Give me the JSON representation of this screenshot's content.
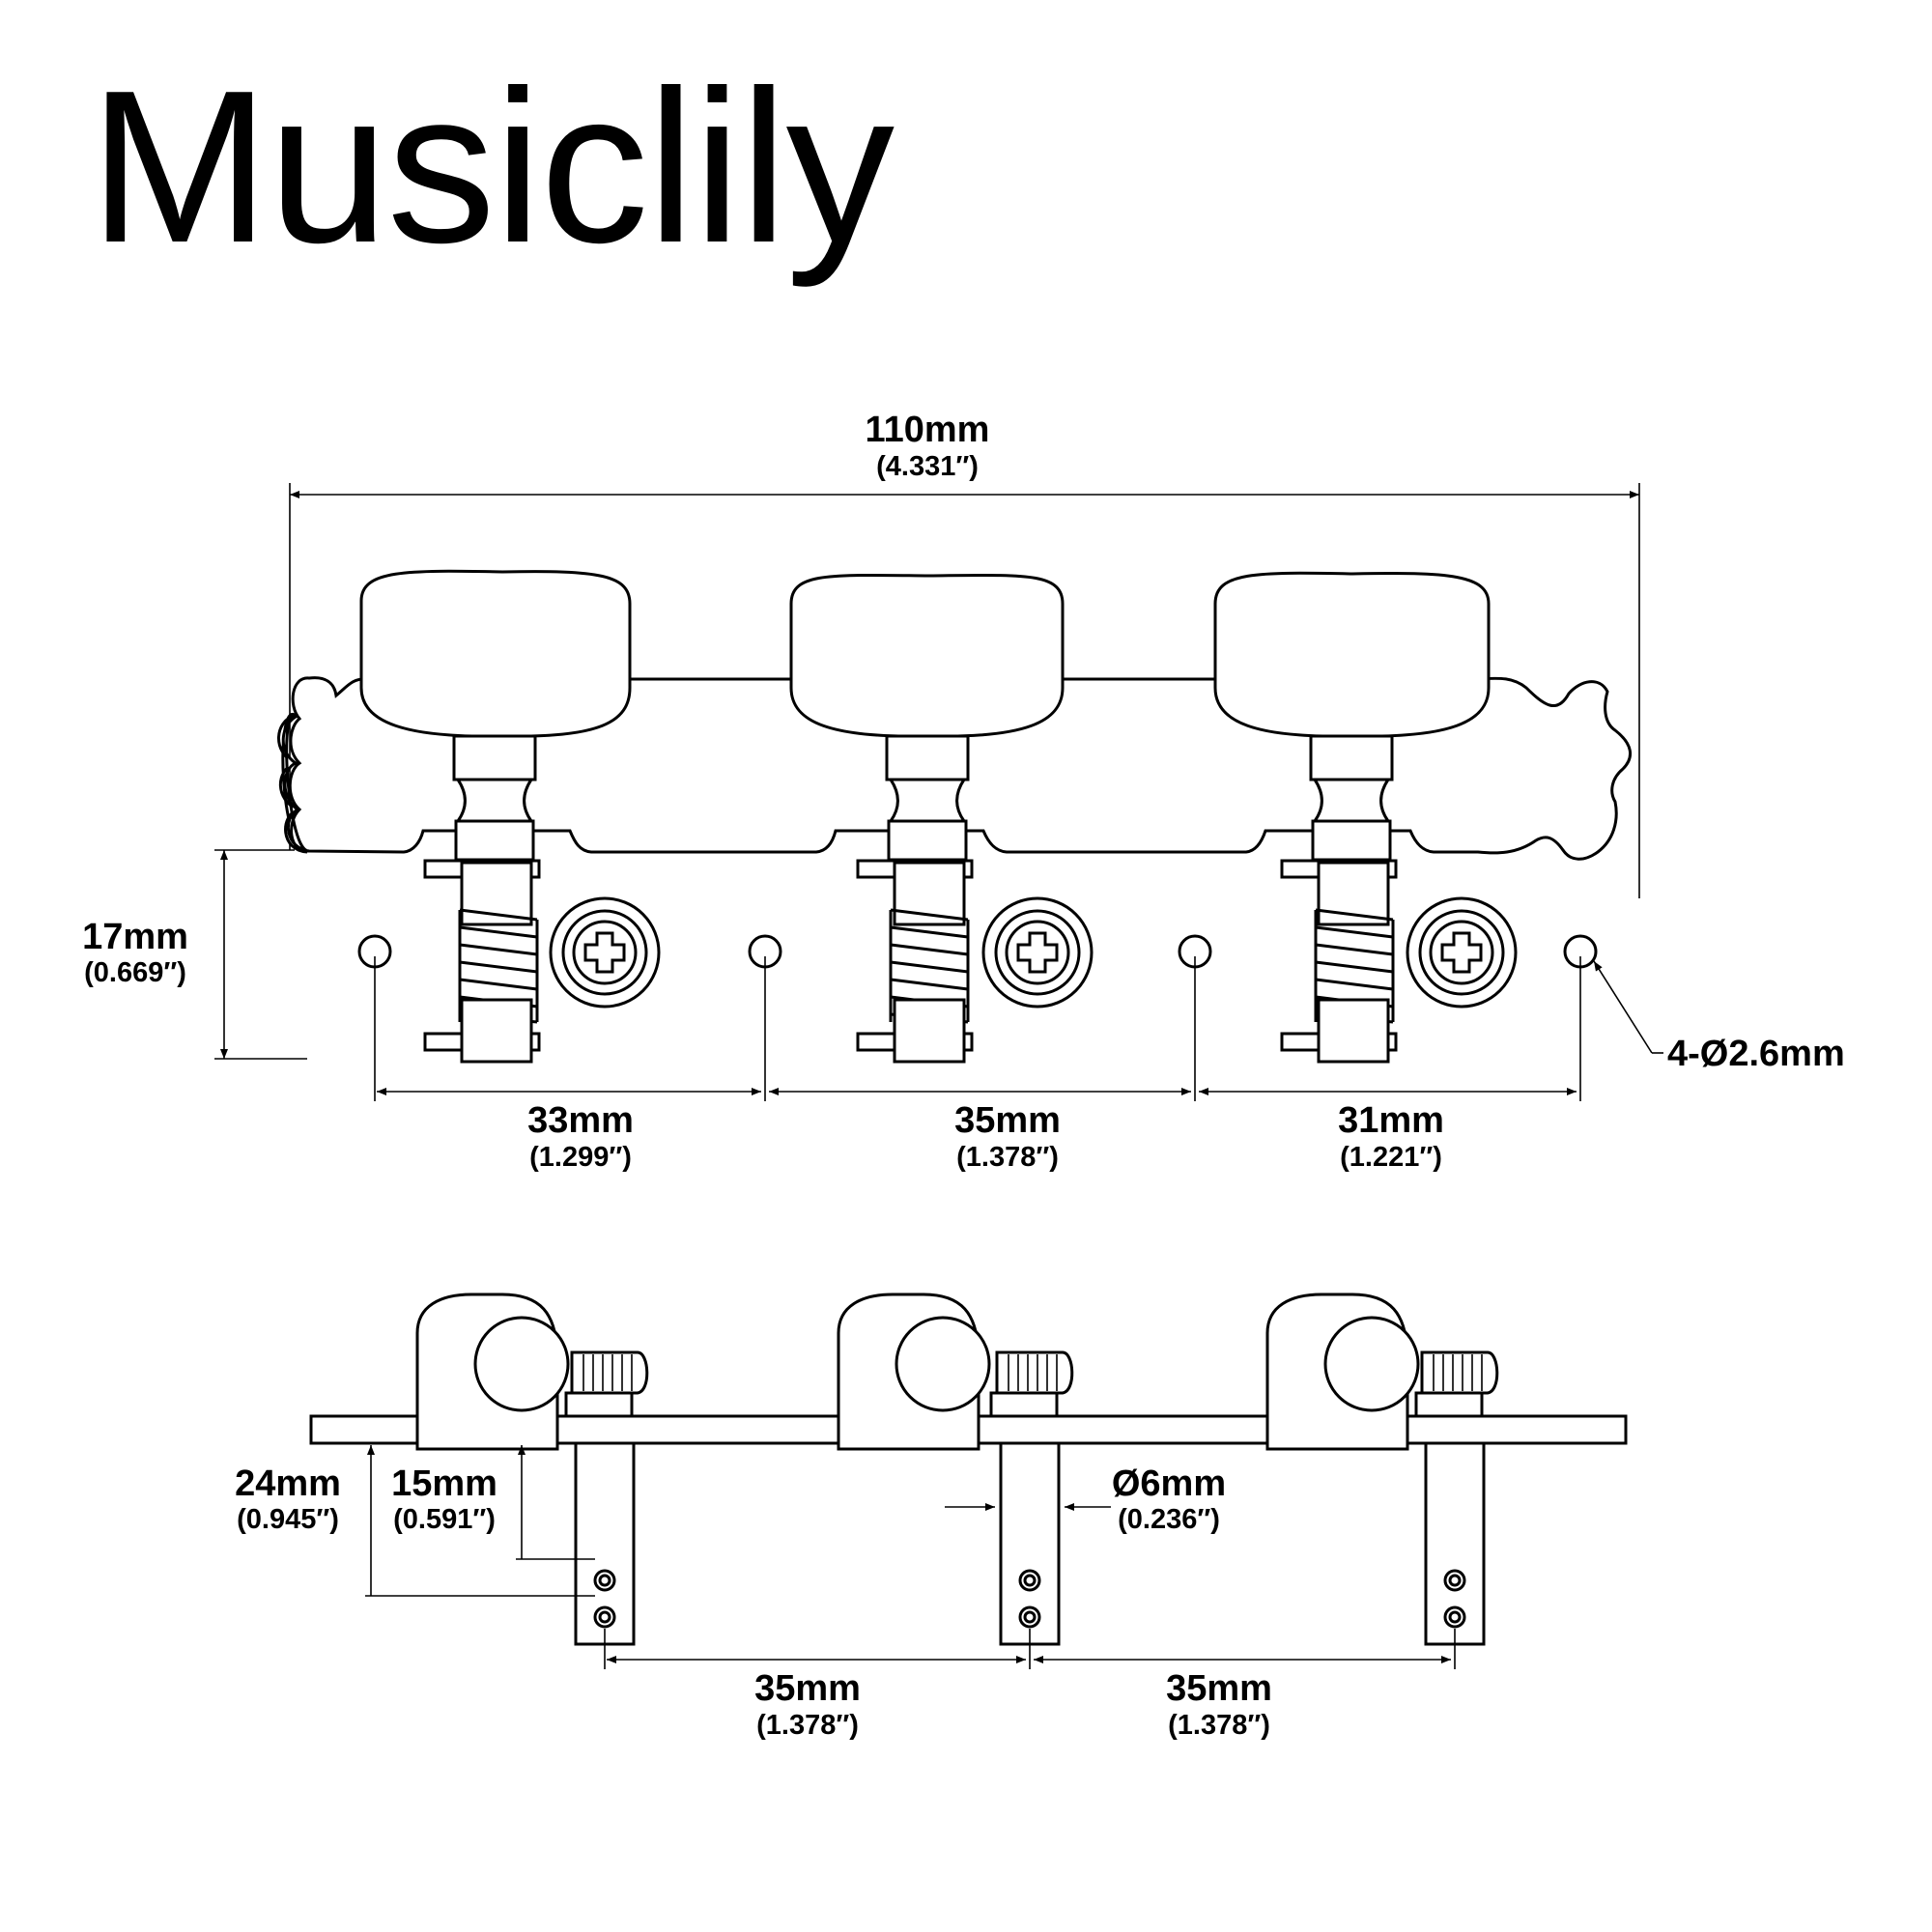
{
  "brand": "Musiclily",
  "top_view": {
    "overall_length": {
      "mm": "110mm",
      "inch": "(4.331″)"
    },
    "plate_height": {
      "mm": "17mm",
      "inch": "(0.669″)"
    },
    "hole_spacing": [
      {
        "mm": "33mm",
        "inch": "(1.299″)"
      },
      {
        "mm": "35mm",
        "inch": "(1.378″)"
      },
      {
        "mm": "31mm",
        "inch": "(1.221″)"
      }
    ],
    "mounting_holes": "4-Ø2.6mm"
  },
  "side_view": {
    "roller_length": {
      "mm": "24mm",
      "inch": "(0.945″)"
    },
    "hole_depth": {
      "mm": "15mm",
      "inch": "(0.591″)"
    },
    "roller_diameter": {
      "mm": "Ø6mm",
      "inch": "(0.236″)"
    },
    "roller_spacing": [
      {
        "mm": "35mm",
        "inch": "(1.378″)"
      },
      {
        "mm": "35mm",
        "inch": "(1.378″)"
      }
    ]
  }
}
